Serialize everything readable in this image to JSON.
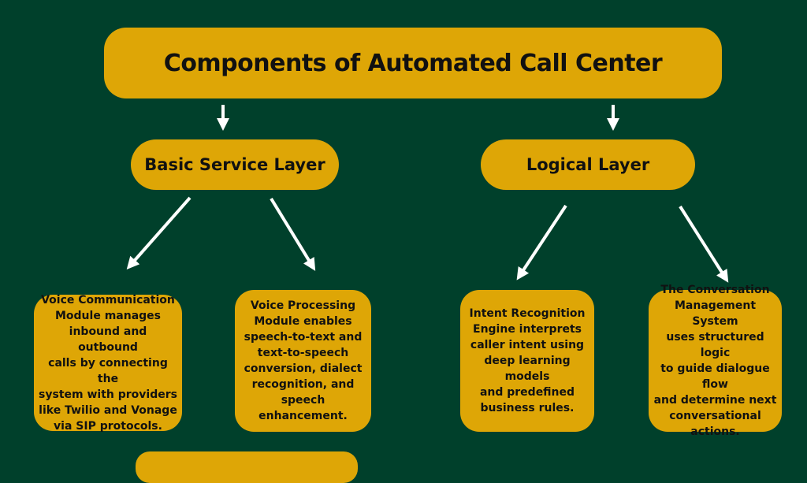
{
  "diagram": {
    "title": "Components of Automated Call Center",
    "colors": {
      "background": "#00402b",
      "box": "#dea606",
      "text": "#111111",
      "arrow": "#ffffff"
    },
    "layers": [
      {
        "label": "Basic Service Layer",
        "components": [
          {
            "lines": [
              "Voice Communication",
              "Module manages",
              "inbound and outbound",
              "calls by connecting the",
              "system with providers",
              "like Twilio and Vonage",
              "via SIP protocols."
            ]
          },
          {
            "lines": [
              "Voice Processing",
              "Module enables",
              "speech-to-text and",
              "text-to-speech",
              "conversion, dialect",
              "recognition, and",
              "speech enhancement."
            ]
          }
        ]
      },
      {
        "label": "Logical Layer",
        "components": [
          {
            "lines": [
              "Intent Recognition",
              "Engine interprets",
              "caller intent using",
              "deep learning models",
              "and predefined",
              "business rules."
            ]
          },
          {
            "lines": [
              "The Conversation",
              "Management System",
              "uses structured logic",
              "to guide dialogue flow",
              "and determine next",
              "conversational",
              "actions."
            ]
          }
        ]
      }
    ]
  }
}
